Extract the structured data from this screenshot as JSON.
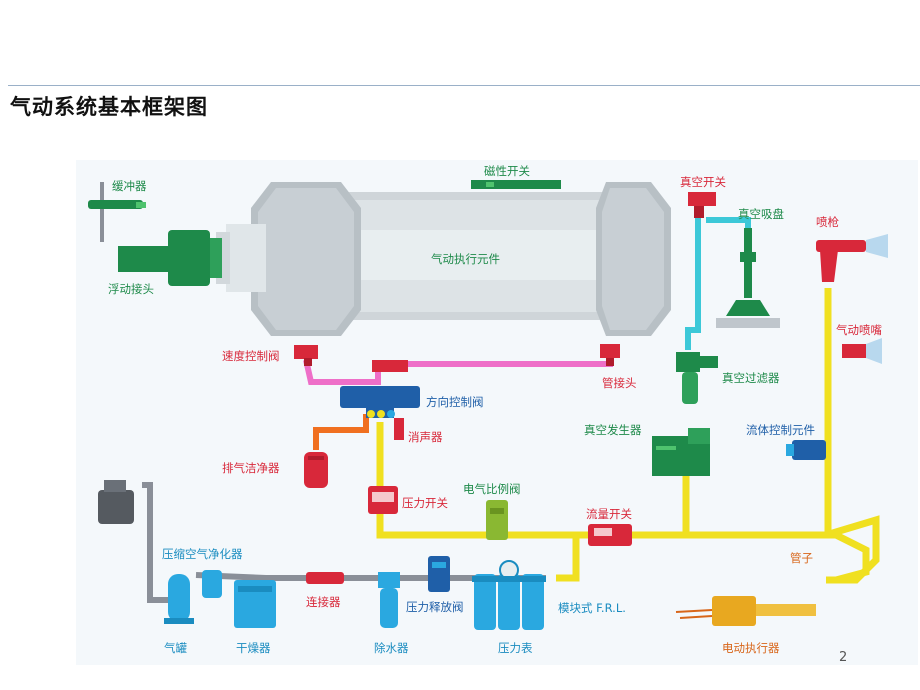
{
  "title": "气动系统基本框架图",
  "page_number": "2",
  "labels": {
    "buffer": "缓冲器",
    "floating_joint": "浮动接头",
    "magnetic_switch": "磁性开关",
    "actuator": "气动执行元件",
    "speed_valve": "速度控制阀",
    "pipe_joint": "管接头",
    "direction_valve": "方向控制阀",
    "muffler": "消声器",
    "exhaust_cleaner": "排气洁净器",
    "pressure_switch": "压力开关",
    "ep_valve": "电气比例阀",
    "flow_switch": "流量开关",
    "vacuum_switch": "真空开关",
    "vacuum_cup": "真空吸盘",
    "spray_gun": "喷枪",
    "air_nozzle": "气动喷嘴",
    "vacuum_filter": "真空过滤器",
    "vacuum_generator": "真空发生器",
    "fluid_control": "流体控制元件",
    "tube": "管子",
    "air_purifier": "压缩空气净化器",
    "connector": "连接器",
    "relief_valve": "压力释放阀",
    "modular_frl": "模块式 F.R.L.",
    "tank": "气罐",
    "dryer": "干燥器",
    "drain": "除水器",
    "gauge": "压力表",
    "electric_actuator": "电动执行器"
  },
  "colors": {
    "pink": "#ee6fc8",
    "yellow": "#f0e020",
    "cyan": "#3cc8d8",
    "orange": "#f07020",
    "gray": "#8a8f98",
    "red": "#d8283a",
    "blue": "#1f5fa8",
    "green": "#1e8a4a",
    "light_blue": "#2aa8e0",
    "panel": "#f4f8fb"
  }
}
